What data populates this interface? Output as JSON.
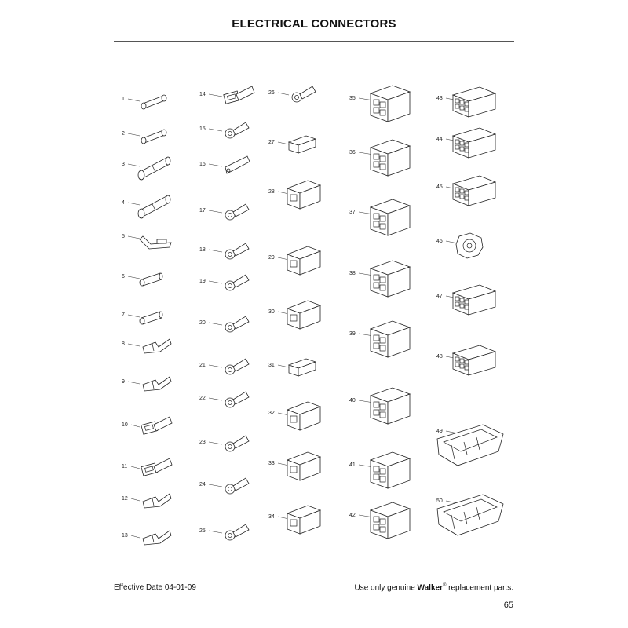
{
  "page": {
    "title": "ELECTRICAL CONNECTORS",
    "footer_left": "Effective Date 04-01-09",
    "footer_right_pre": "Use only genuine ",
    "footer_right_brand": "Walker",
    "footer_right_reg": "®",
    "footer_right_post": " replacement parts.",
    "page_number": "65"
  },
  "parts": [
    {
      "num": "1",
      "kind": "fuse"
    },
    {
      "num": "2",
      "kind": "fuse"
    },
    {
      "num": "3",
      "kind": "butt"
    },
    {
      "num": "4",
      "kind": "butt"
    },
    {
      "num": "5",
      "kind": "flag"
    },
    {
      "num": "6",
      "kind": "bullet"
    },
    {
      "num": "7",
      "kind": "bullet"
    },
    {
      "num": "8",
      "kind": "spade"
    },
    {
      "num": "9",
      "kind": "spade"
    },
    {
      "num": "10",
      "kind": "female"
    },
    {
      "num": "11",
      "kind": "female"
    },
    {
      "num": "12",
      "kind": "spade"
    },
    {
      "num": "13",
      "kind": "spade"
    },
    {
      "num": "14",
      "kind": "female"
    },
    {
      "num": "15",
      "kind": "ring"
    },
    {
      "num": "16",
      "kind": "fork"
    },
    {
      "num": "17",
      "kind": "ring"
    },
    {
      "num": "18",
      "kind": "ring"
    },
    {
      "num": "19",
      "kind": "ring"
    },
    {
      "num": "20",
      "kind": "ring"
    },
    {
      "num": "21",
      "kind": "ring"
    },
    {
      "num": "22",
      "kind": "ring"
    },
    {
      "num": "23",
      "kind": "ring"
    },
    {
      "num": "24",
      "kind": "ring"
    },
    {
      "num": "25",
      "kind": "ring"
    },
    {
      "num": "26",
      "kind": "ring"
    },
    {
      "num": "27",
      "kind": "housing1"
    },
    {
      "num": "28",
      "kind": "housing2"
    },
    {
      "num": "29",
      "kind": "housing2"
    },
    {
      "num": "30",
      "kind": "housing2"
    },
    {
      "num": "31",
      "kind": "housing1"
    },
    {
      "num": "32",
      "kind": "housing2"
    },
    {
      "num": "33",
      "kind": "housing2"
    },
    {
      "num": "34",
      "kind": "housing2"
    },
    {
      "num": "35",
      "kind": "block"
    },
    {
      "num": "36",
      "kind": "block"
    },
    {
      "num": "37",
      "kind": "block"
    },
    {
      "num": "38",
      "kind": "block"
    },
    {
      "num": "39",
      "kind": "block"
    },
    {
      "num": "40",
      "kind": "block"
    },
    {
      "num": "41",
      "kind": "block"
    },
    {
      "num": "42",
      "kind": "block"
    },
    {
      "num": "43",
      "kind": "multi"
    },
    {
      "num": "44",
      "kind": "multi"
    },
    {
      "num": "45",
      "kind": "multi"
    },
    {
      "num": "46",
      "kind": "round"
    },
    {
      "num": "47",
      "kind": "multi"
    },
    {
      "num": "48",
      "kind": "multi"
    },
    {
      "num": "49",
      "kind": "sealed"
    },
    {
      "num": "50",
      "kind": "sealed"
    }
  ]
}
